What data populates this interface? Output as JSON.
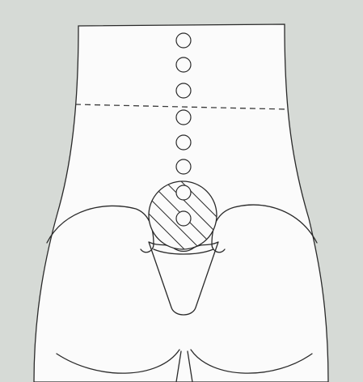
{
  "figure": {
    "colors": {
      "background": "#d6dad6",
      "body_fill": "#fbfbfb",
      "line": "#2a2a2a"
    },
    "elements": [
      "torso-outline",
      "waistline-dashed",
      "spine-markers",
      "hatched-circle",
      "buttock-curves",
      "triangular-pad"
    ]
  }
}
